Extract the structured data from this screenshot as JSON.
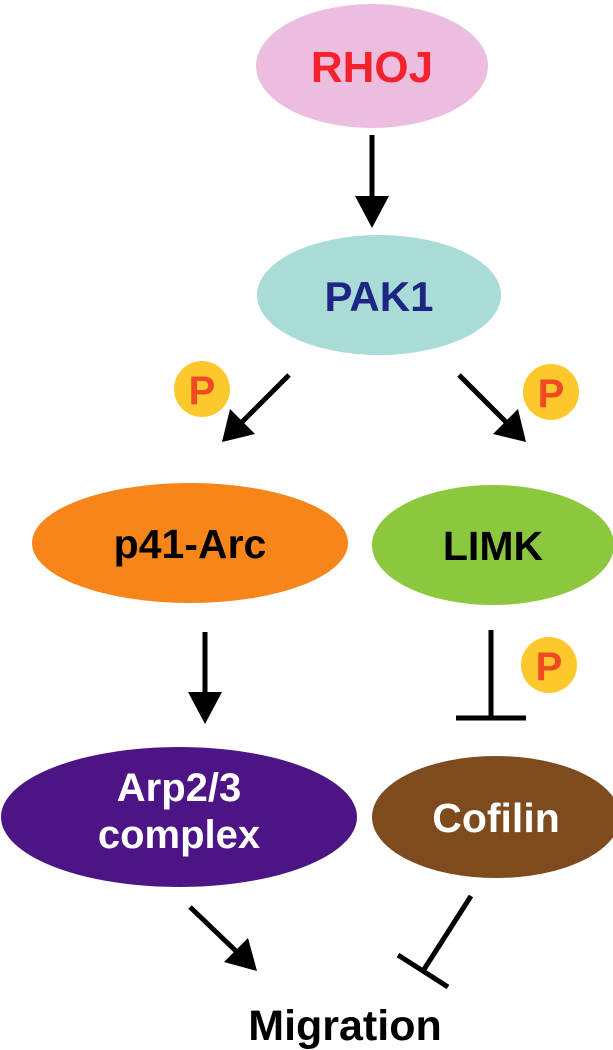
{
  "nodes": {
    "rhoj": {
      "label": "RHOJ",
      "fill": "#EDBDE0",
      "text_color": "#F5222D"
    },
    "pak1": {
      "label": "PAK1",
      "fill": "#A9DCD6",
      "text_color": "#1F2583"
    },
    "p41arc": {
      "label": "p41-Arc",
      "fill": "#F88519",
      "text_color": "#000000"
    },
    "limk": {
      "label": "LIMK",
      "fill": "#8BC83D",
      "text_color": "#000000"
    },
    "arp23": {
      "label_line1": "Arp2/3",
      "label_line2": "complex",
      "fill": "#4C1485",
      "text_color": "#FFFFFF"
    },
    "cofilin": {
      "label": "Cofilin",
      "fill": "#7E4B1E",
      "text_color": "#FFFFFF"
    },
    "migration": {
      "label": "Migration",
      "text_color": "#000000"
    }
  },
  "phospho_badge": {
    "label": "P",
    "fill": "#FCC82C",
    "text_color": "#EF4A23"
  },
  "edges": [
    {
      "from": "RHOJ",
      "to": "PAK1",
      "type": "activation"
    },
    {
      "from": "PAK1",
      "to": "p41-Arc",
      "type": "activation",
      "phosphorylation": true
    },
    {
      "from": "PAK1",
      "to": "LIMK",
      "type": "activation",
      "phosphorylation": true
    },
    {
      "from": "p41-Arc",
      "to": "Arp2/3 complex",
      "type": "activation"
    },
    {
      "from": "LIMK",
      "to": "Cofilin",
      "type": "inhibition",
      "phosphorylation": true
    },
    {
      "from": "Arp2/3 complex",
      "to": "Migration",
      "type": "activation"
    },
    {
      "from": "Cofilin",
      "to": "Migration",
      "type": "inhibition"
    }
  ]
}
